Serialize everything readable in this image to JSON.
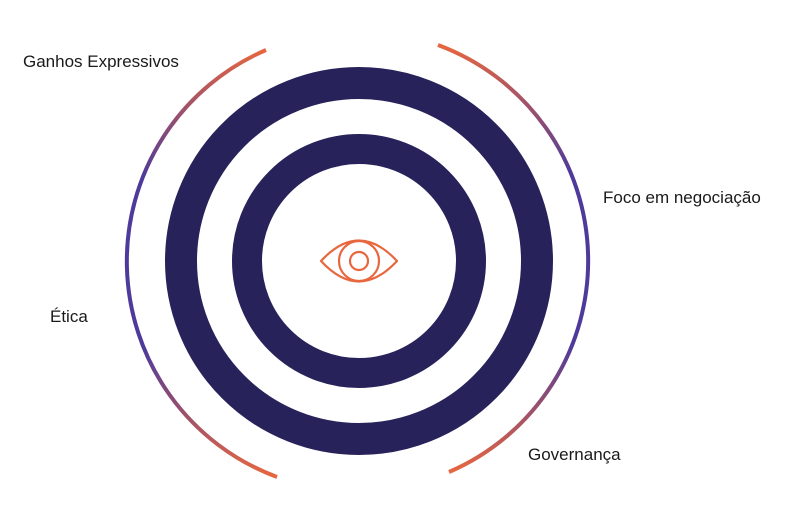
{
  "diagram": {
    "labels": {
      "ganhos": "Ganhos Expressivos",
      "foco": "Foco em negociação",
      "etica": "Ética",
      "governanca": "Governança"
    },
    "center_icon": "eye-icon",
    "colors": {
      "ring": "#27225a",
      "icon": "#e8673f",
      "arc_start": "#e8673f",
      "arc_end": "#4e3a9a",
      "text": "#1a1a1a"
    }
  }
}
